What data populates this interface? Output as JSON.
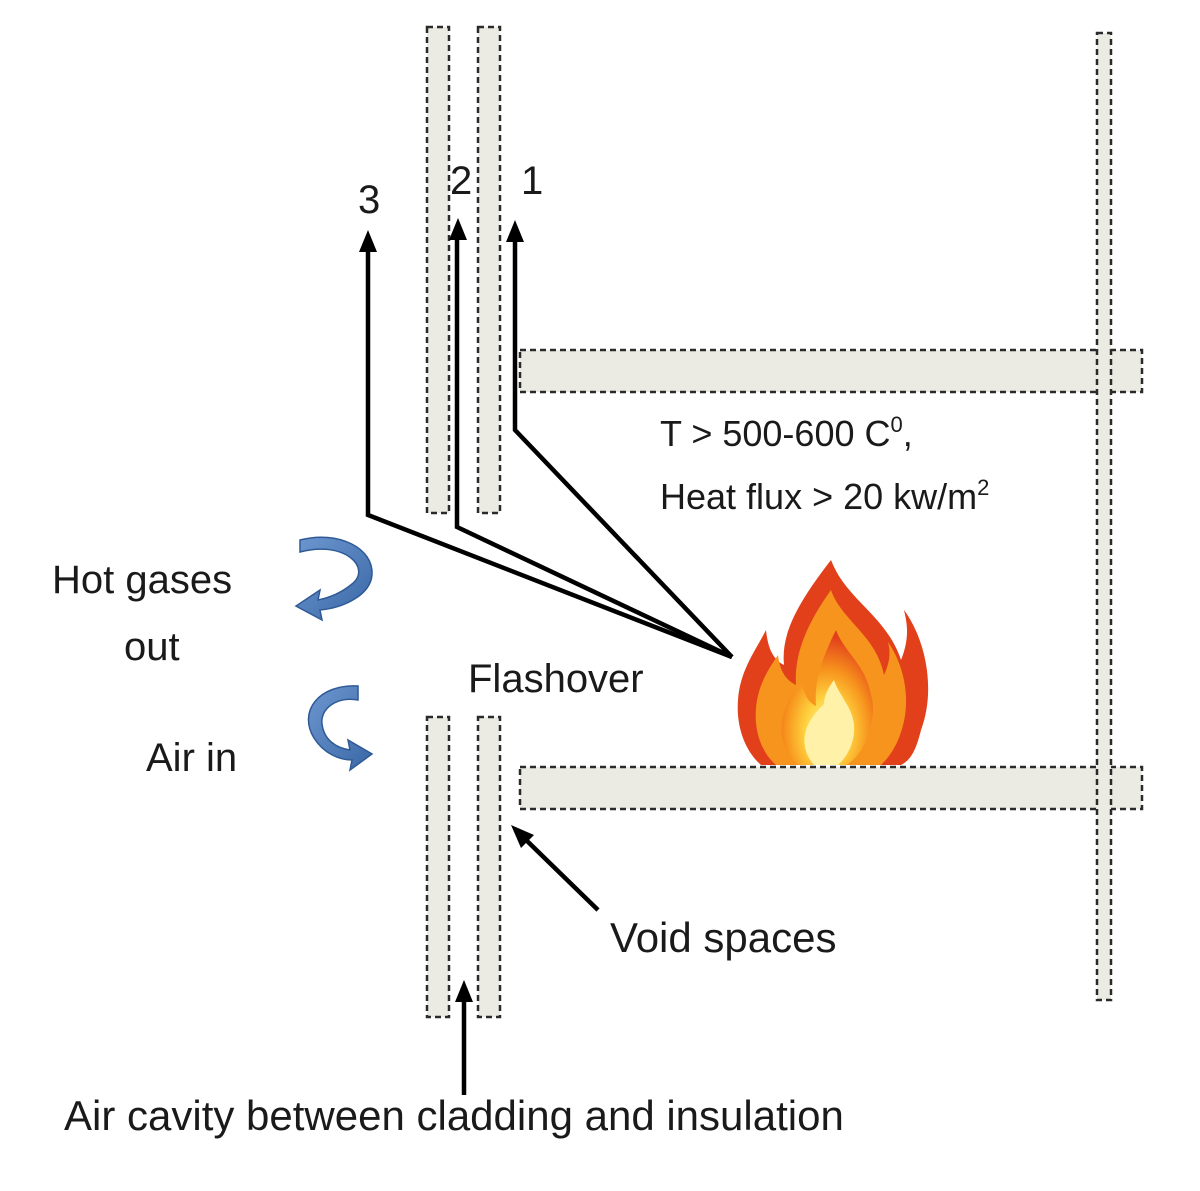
{
  "labels": {
    "path_3": "3",
    "path_2": "2",
    "path_1": "1",
    "temperature": "T > 500-600 C",
    "temperature_sup": "0",
    "temperature_suffix": ",",
    "heat_flux": "Heat flux > 20 kw/m",
    "heat_flux_sup": "2",
    "hot_gases_line1": "Hot gases",
    "hot_gases_line2": "out",
    "air_in": "Air in",
    "flashover": "Flashover",
    "void_spaces": "Void spaces",
    "air_cavity": "Air cavity between cladding and insulation"
  },
  "icons": {
    "fire": "fire-icon",
    "hot_gases_arrow": "curved-arrow-out-icon",
    "air_in_arrow": "curved-arrow-in-icon"
  },
  "colors": {
    "panel_fill": "#ebeae3",
    "panel_stroke": "#2a2a2a",
    "flow_arrow": "#4a78b5",
    "flame_outer": "#e8411c",
    "flame_mid": "#f7941d",
    "flame_inner": "#ffe27a"
  }
}
